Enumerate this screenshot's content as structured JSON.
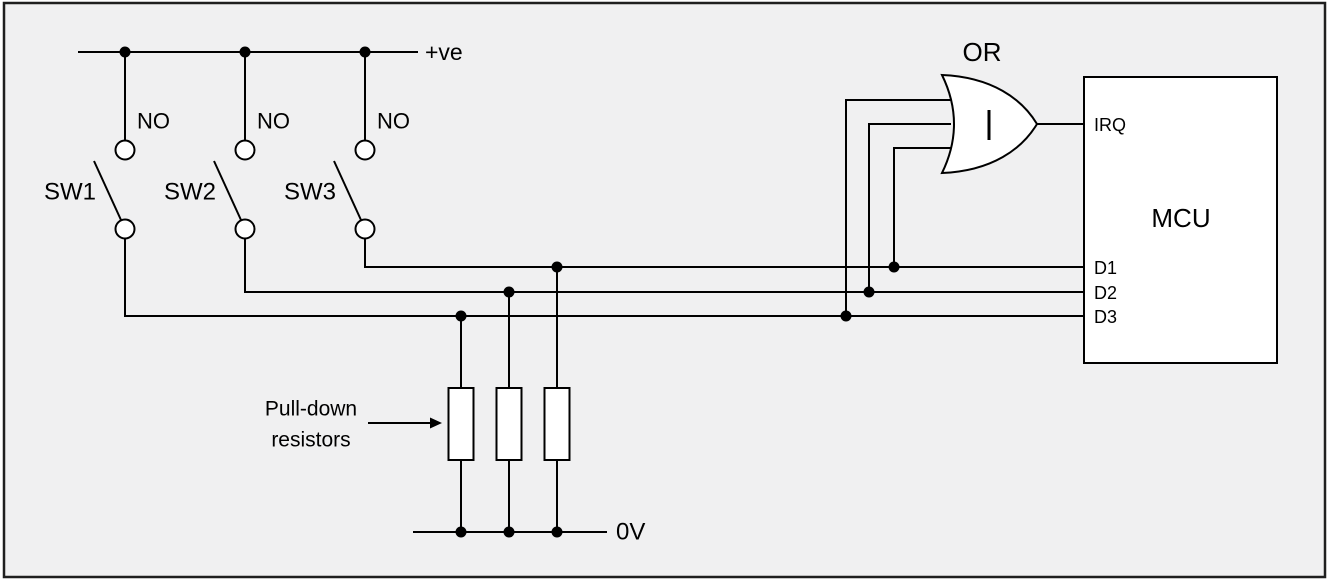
{
  "colors": {
    "background": "#f0f0f1",
    "wire": "#000000",
    "shape_fill": "#ffffff"
  },
  "labels": {
    "power_rail": "+ve",
    "ground_rail": "0V",
    "or_gate": "OR",
    "or_gate_symbol": "|",
    "pulldown_line1": "Pull-down",
    "pulldown_line2": "resistors"
  },
  "switches": [
    {
      "name": "SW1",
      "contact": "NO"
    },
    {
      "name": "SW2",
      "contact": "NO"
    },
    {
      "name": "SW3",
      "contact": "NO"
    }
  ],
  "mcu": {
    "name": "MCU",
    "pins": {
      "irq": "IRQ",
      "d1": "D1",
      "d2": "D2",
      "d3": "D3"
    }
  }
}
